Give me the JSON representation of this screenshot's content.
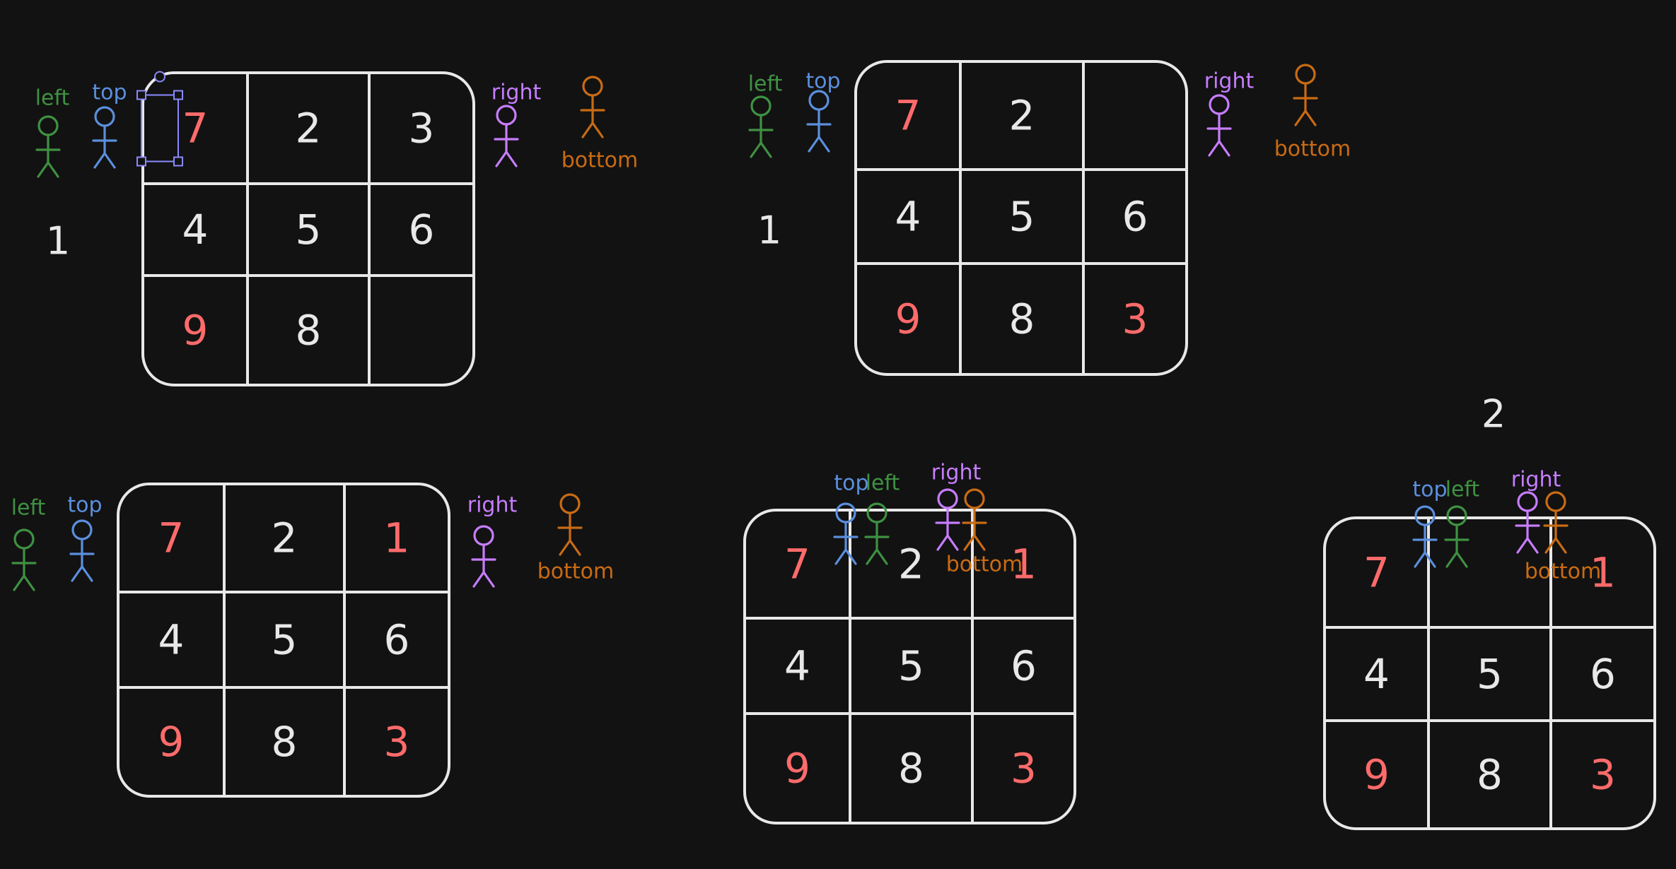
{
  "colors": {
    "background": "#121212",
    "stroke": "#e8e8e8",
    "text": "#e8e8e8",
    "highlight": "#ff6b6b",
    "left": "#3f9142",
    "top": "#5b8fdd",
    "right": "#c77dff",
    "bottom": "#c96b14",
    "selection": "#8a8aff"
  },
  "step_labels": {
    "frame1": "1",
    "frame2": "1",
    "frame5": "2"
  },
  "pointer_labels": {
    "left": "left",
    "top": "top",
    "right": "right",
    "bottom": "bottom"
  },
  "grids": [
    {
      "name": "grid-1",
      "cells": [
        [
          "7",
          "2",
          "3"
        ],
        [
          "4",
          "5",
          "6"
        ],
        [
          "9",
          "8",
          ""
        ]
      ],
      "red": [
        [
          0,
          0
        ],
        [
          2,
          0
        ]
      ],
      "selected": [
        0,
        0
      ]
    },
    {
      "name": "grid-2",
      "cells": [
        [
          "7",
          "2",
          ""
        ],
        [
          "4",
          "5",
          "6"
        ],
        [
          "9",
          "8",
          "3"
        ]
      ],
      "red": [
        [
          0,
          0
        ],
        [
          2,
          0
        ],
        [
          2,
          2
        ]
      ]
    },
    {
      "name": "grid-3",
      "cells": [
        [
          "7",
          "2",
          "1"
        ],
        [
          "4",
          "5",
          "6"
        ],
        [
          "9",
          "8",
          "3"
        ]
      ],
      "red": [
        [
          0,
          0
        ],
        [
          0,
          2
        ],
        [
          2,
          0
        ],
        [
          2,
          2
        ]
      ]
    },
    {
      "name": "grid-4",
      "cells": [
        [
          "7",
          "2",
          "1"
        ],
        [
          "4",
          "5",
          "6"
        ],
        [
          "9",
          "8",
          "3"
        ]
      ],
      "red": [
        [
          0,
          0
        ],
        [
          0,
          2
        ],
        [
          2,
          0
        ],
        [
          2,
          2
        ]
      ]
    },
    {
      "name": "grid-5",
      "cells": [
        [
          "7",
          "",
          "1"
        ],
        [
          "4",
          "5",
          "6"
        ],
        [
          "9",
          "8",
          "3"
        ]
      ],
      "red": [
        [
          0,
          0
        ],
        [
          0,
          2
        ],
        [
          2,
          0
        ],
        [
          2,
          2
        ]
      ]
    }
  ]
}
